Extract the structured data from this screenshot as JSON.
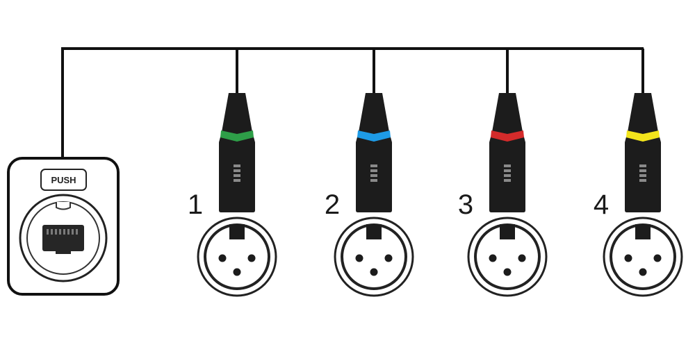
{
  "ethercon_socket": {
    "push_label": "PUSH",
    "icon": "rj45-port-icon"
  },
  "channels": [
    {
      "number": "1",
      "ring_color": "#2e9e48"
    },
    {
      "number": "2",
      "ring_color": "#1e9be6"
    },
    {
      "number": "3",
      "ring_color": "#d42b2b"
    },
    {
      "number": "4",
      "ring_color": "#f3e51c"
    }
  ],
  "colors": {
    "line": "#111111",
    "connector_body": "#1c1c1c",
    "xlr_outline": "#2a2a2a"
  }
}
